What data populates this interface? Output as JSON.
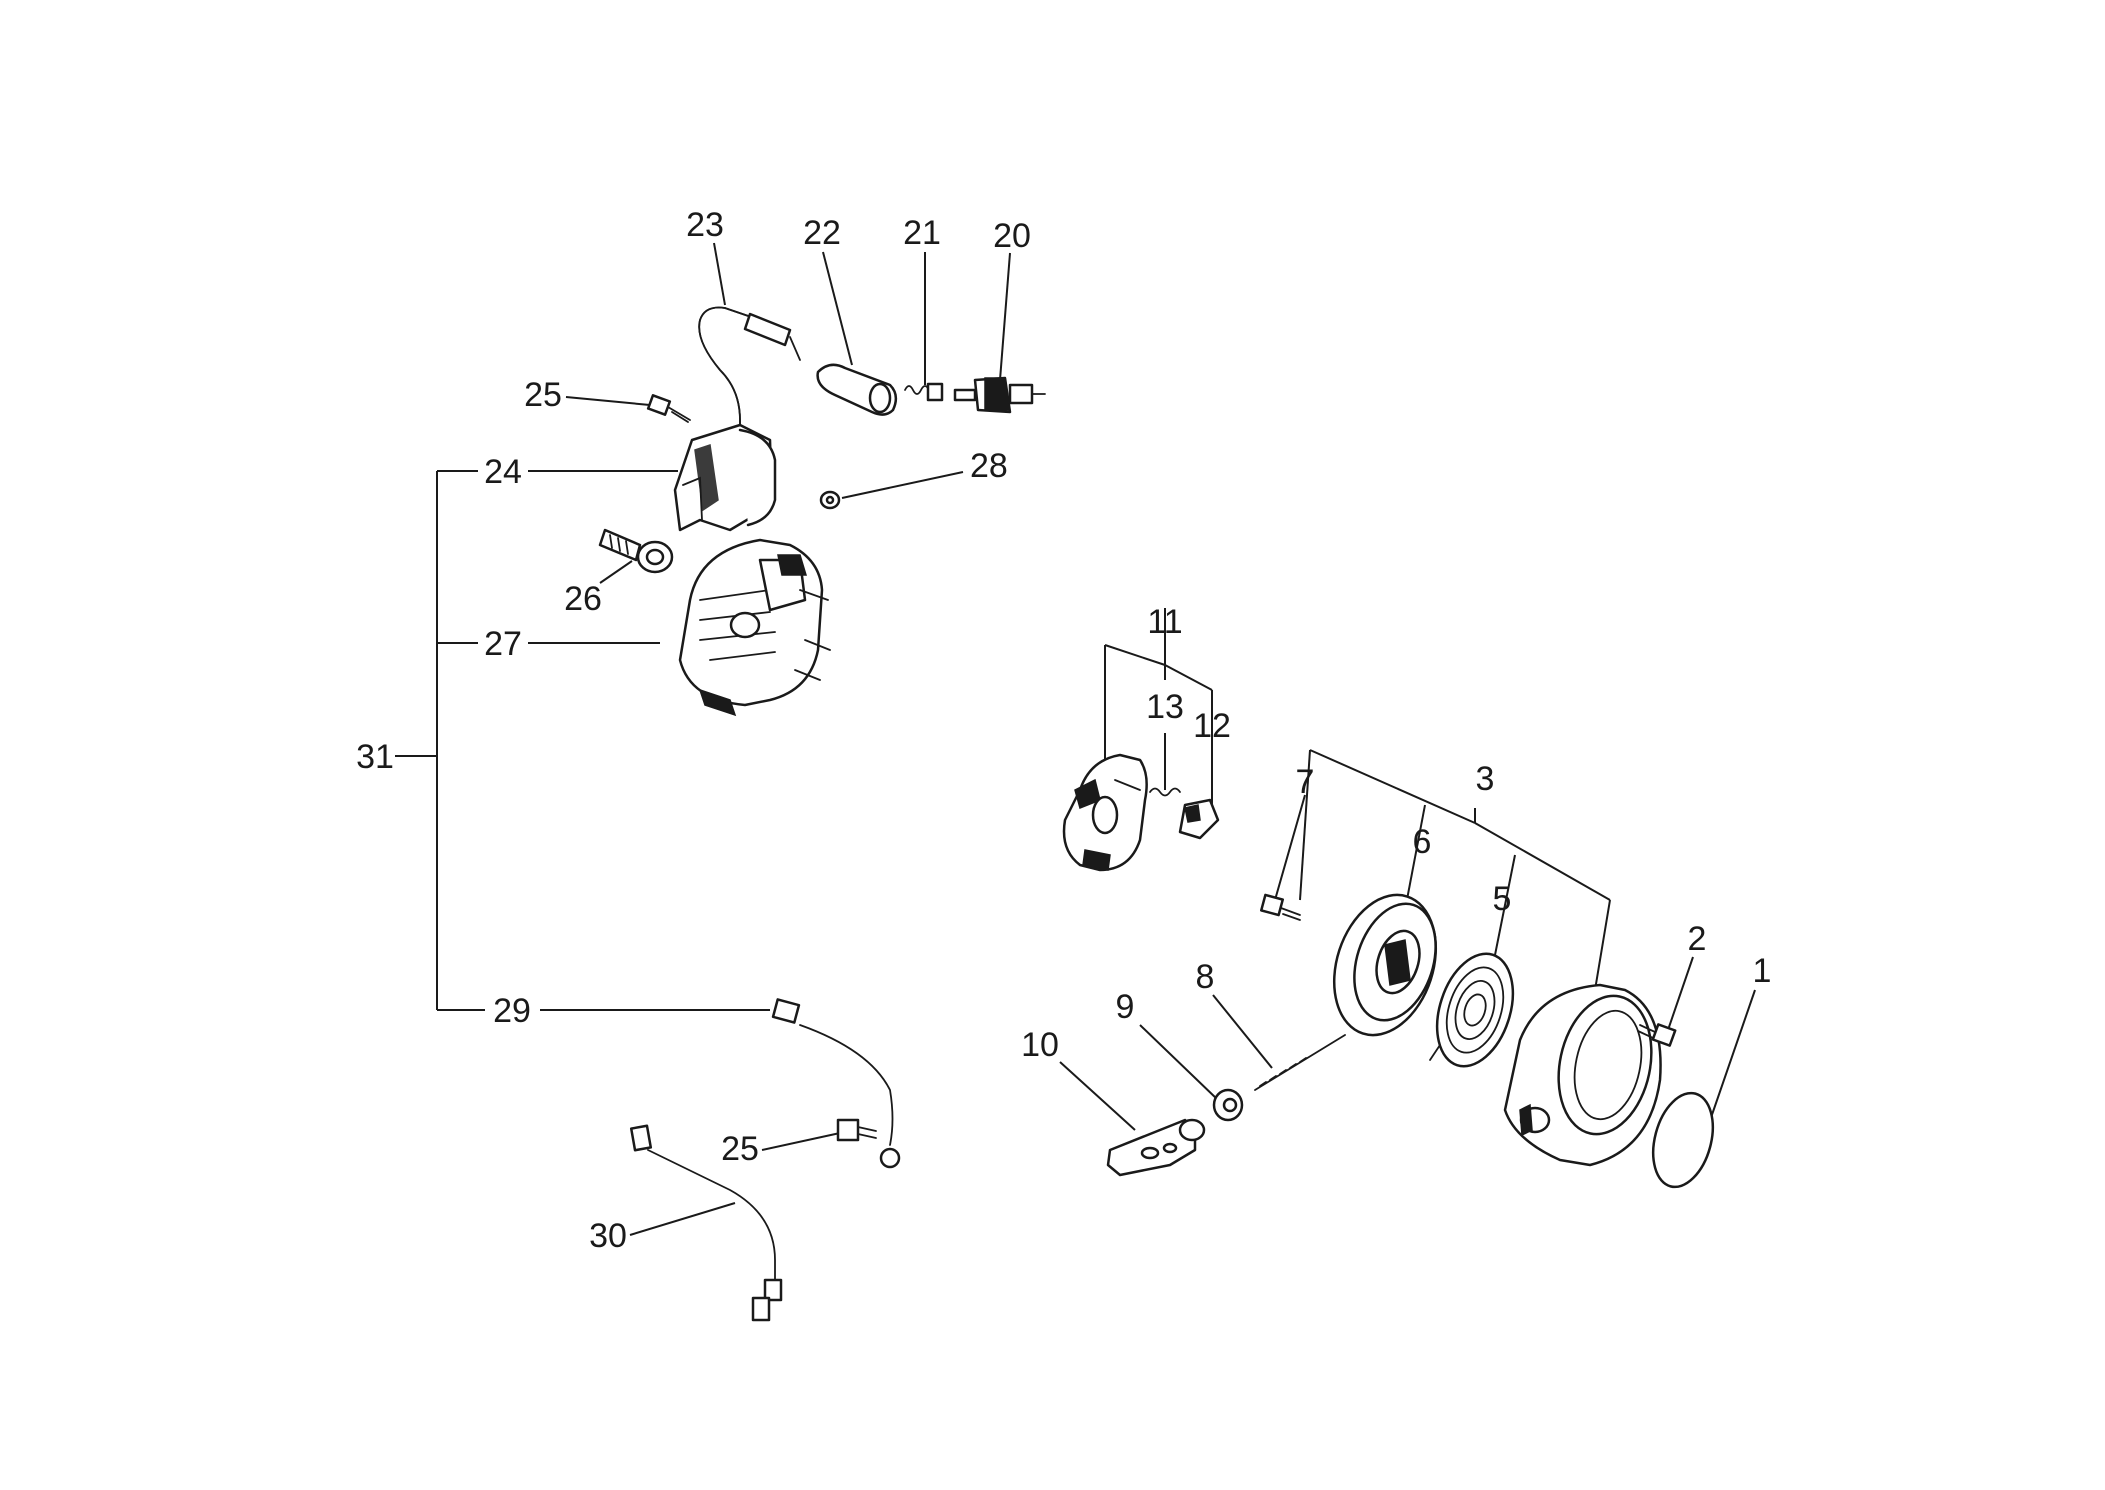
{
  "diagram": {
    "callouts": {
      "c1": "1",
      "c2": "2",
      "c3": "3",
      "c5": "5",
      "c6": "6",
      "c7": "7",
      "c8": "8",
      "c9": "9",
      "c10": "10",
      "c11": "11",
      "c12": "12",
      "c13": "13",
      "c20": "20",
      "c21": "21",
      "c22": "22",
      "c23": "23",
      "c24": "24",
      "c25a": "25",
      "c25b": "25",
      "c26": "26",
      "c27": "27",
      "c28": "28",
      "c29": "29",
      "c30": "30",
      "c31": "31"
    }
  }
}
